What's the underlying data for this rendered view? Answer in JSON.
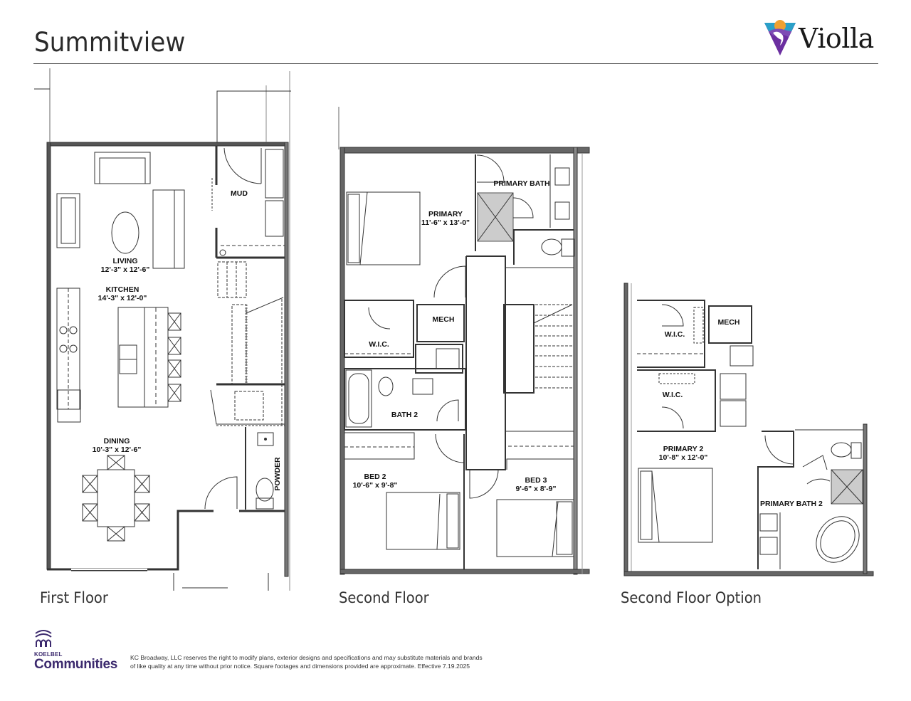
{
  "header": {
    "title": "Summitview",
    "brand": "Violla",
    "brand_colors": {
      "purple": "#6b2fa0",
      "orange": "#f0a030",
      "teal": "#2aa0c8"
    }
  },
  "floors": [
    {
      "label": "First Floor",
      "rooms": [
        {
          "name": "MUD",
          "dim": ""
        },
        {
          "name": "LIVING",
          "dim": "12'-3\" x 12'-6\""
        },
        {
          "name": "KITCHEN",
          "dim": "14'-3\" x 12'-0\""
        },
        {
          "name": "DINING",
          "dim": "10'-3\" x 12'-6\""
        },
        {
          "name": "POWDER",
          "dim": ""
        }
      ]
    },
    {
      "label": "Second Floor",
      "rooms": [
        {
          "name": "PRIMARY BATH",
          "dim": ""
        },
        {
          "name": "PRIMARY",
          "dim": "11'-6\" x 13'-0\""
        },
        {
          "name": "MECH",
          "dim": ""
        },
        {
          "name": "W.I.C.",
          "dim": ""
        },
        {
          "name": "BATH 2",
          "dim": ""
        },
        {
          "name": "BED 2",
          "dim": "10'-6\" x 9'-8\""
        },
        {
          "name": "BED 3",
          "dim": "9'-6\" x 8'-9\""
        }
      ]
    },
    {
      "label": "Second Floor Option",
      "rooms": [
        {
          "name": "W.I.C.",
          "dim": ""
        },
        {
          "name": "MECH",
          "dim": ""
        },
        {
          "name": "W.I.C.",
          "dim": ""
        },
        {
          "name": "PRIMARY 2",
          "dim": "10'-8\" x 12'-0\""
        },
        {
          "name": "PRIMARY BATH 2",
          "dim": ""
        }
      ]
    }
  ],
  "footer": {
    "builder_small": "KOELBEL",
    "builder_large": "Communities",
    "disclaimer_line1": "KC Broadway, LLC reserves the right to modify plans, exterior designs and specifications and may substitute materials and brands",
    "disclaimer_line2": "of like quality at any time without prior notice. Square footages and dimensions provided are approximate. Effective 7.19.2025"
  }
}
